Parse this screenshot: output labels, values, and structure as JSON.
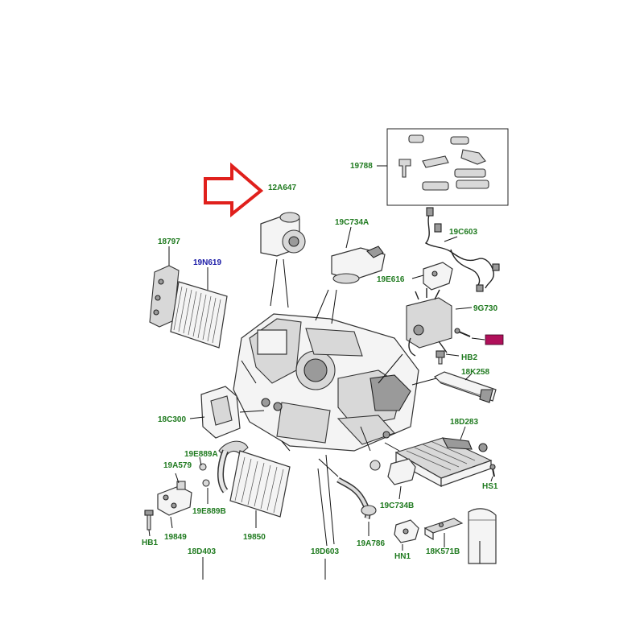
{
  "colors": {
    "label_green": "#1f7a1f",
    "label_blue": "#1a1aa6",
    "arrow_red": "#e0201c",
    "highlight_badge": "#b0105a",
    "line": "#111111",
    "background": "#ffffff"
  },
  "labels": {
    "p12A647": "12A647",
    "p19788": "19788",
    "p18797": "18797",
    "p19N619": "19N619",
    "p19C734A": "19C734A",
    "p19C603": "19C603",
    "p19E616": "19E616",
    "p9G730": "9G730",
    "pHB2": "HB2",
    "p18K258": "18K258",
    "p18C300": "18C300",
    "p18D283": "18D283",
    "p19E889A": "19E889A",
    "p19A579": "19A579",
    "p19E889B": "19E889B",
    "pHS1": "HS1",
    "p19C734B": "19C734B",
    "pHB1": "HB1",
    "p19849": "19849",
    "p19850": "19850",
    "p19A786": "19A786",
    "pHN1": "HN1",
    "p18K571B": "18K571B",
    "p18D403": "18D403",
    "p18D603": "18D603"
  },
  "icons": {
    "arrow": "red-outline-arrow-icon",
    "highlight": "highlight-badge-icon"
  }
}
